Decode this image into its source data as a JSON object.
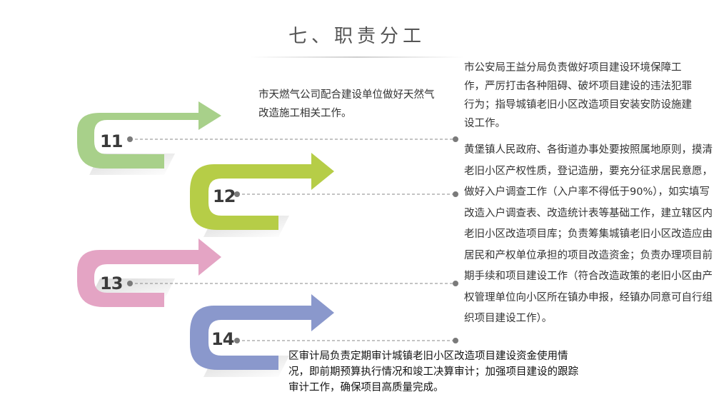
{
  "title": "七、职责分工",
  "steps": [
    {
      "number": "11",
      "color": "#a8d08a",
      "text": "市天燃气公司配合建设单位做好天然气改造施工相关工作。"
    },
    {
      "number": "12",
      "color": "#b6cd47",
      "text": "市公安局王益分局负责做好项目建设环境保障工作，严厉打击各种阻碍、破坏项目建设的违法犯罪行为；指导城镇老旧小区改造项目安装安防设施建设工作。"
    },
    {
      "number": "13",
      "color": "#e4a4c4",
      "text": "黄堡镇人民政府、各街道办事处要按照属地原则，摸清老旧小区产权性质，登记造册，要充分征求居民意愿，做好入户调查工作（入户率不得低于90%），如实填写改造入户调查表、改造统计表等基础工作，建立辖区内老旧小区改造项目库；负责筹集城镇老旧小区改造应由居民和产权单位承担的项目改造资金；负责办理项目前期手续和项目建设工作（符合改造政策的老旧小区由产权管理单位向小区所在镇办申报，经镇办同意可自行组织项目建设工作）。"
    },
    {
      "number": "14",
      "color": "#8a98cc",
      "text": "区审计局负责定期审计城镇老旧小区改造项目建设资金使用情况，即前期预算执行情况和竣工决算审计；加强项目建设的跟踪审计工作，确保项目高质量完成。"
    }
  ]
}
